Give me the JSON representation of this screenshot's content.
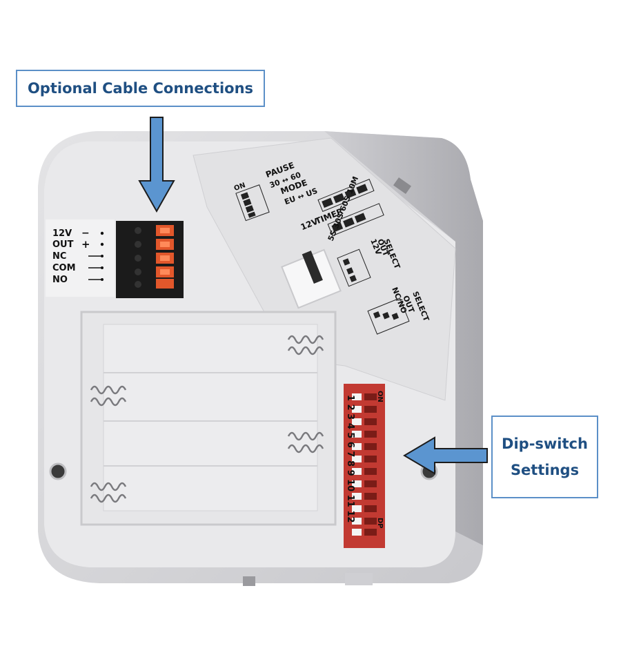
{
  "callouts": {
    "cable": "Optional Cable Connections",
    "dip_line1": "Dip-switch",
    "dip_line2": "Settings"
  },
  "terminal_labels": {
    "rows": [
      {
        "name": "12V",
        "sign": "−"
      },
      {
        "name": "OUT",
        "sign": "+"
      },
      {
        "name": "NC",
        "sign": ""
      },
      {
        "name": "COM",
        "sign": ""
      },
      {
        "name": "NO",
        "sign": ""
      }
    ]
  },
  "panel_labels": {
    "pause": "PAUSE",
    "pause_opt": "30 ↔ 60",
    "mode": "MODE",
    "mode_opt": "EU ↔ US",
    "timer": "TIMER",
    "timer_12v": "12V",
    "timer_opts": "5S 30S 60S 10M",
    "out_select_12v": "12V",
    "out_select_a": "OUT",
    "out_select_b": "SELECT",
    "ncno": "NC/NO",
    "ncno_out": "OUT",
    "ncno_select": "SELECT",
    "on": "ON",
    "dip_on": "ON",
    "dip_dp": "DP",
    "dip_numbers": "1 2 3 4 5 6 7 8 9 10 11 12"
  },
  "colors": {
    "callout_border": "#5b8fc7",
    "callout_text": "#1f4f82",
    "arrow_fill": "#5b95d0",
    "housing": "#d9d9db",
    "dip_switch": "#c23a32",
    "terminal_orange": "#e2572b"
  }
}
